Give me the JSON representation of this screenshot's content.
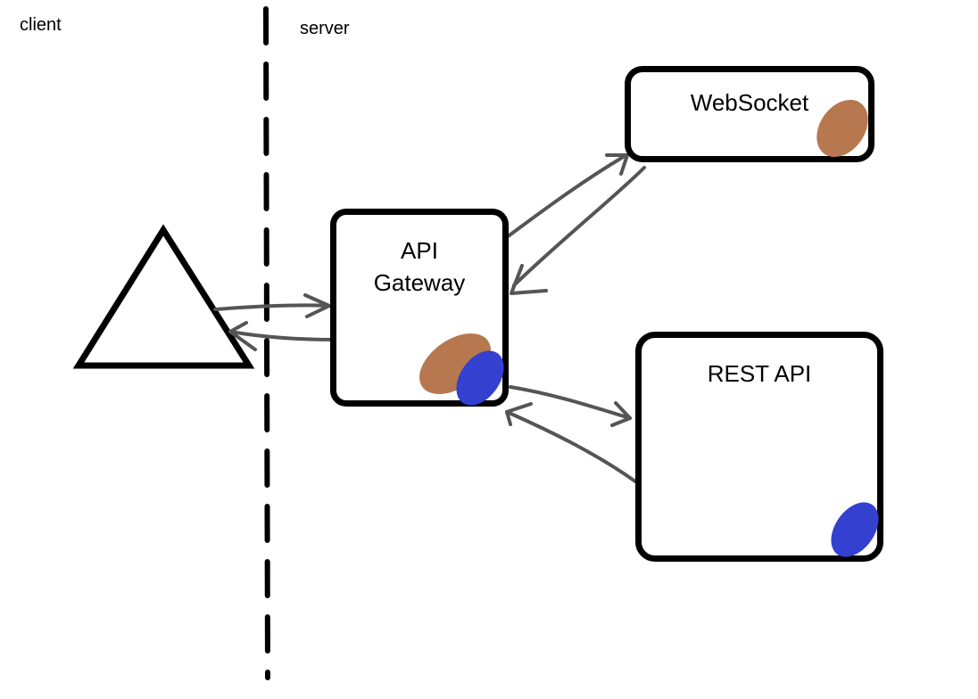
{
  "regions": {
    "client_label": "client",
    "server_label": "server"
  },
  "nodes": {
    "websocket": "WebSocket",
    "api_gateway": "API Gateway",
    "rest_api": "REST API"
  },
  "colors": {
    "line": "#000000",
    "arrow": "#555555",
    "blob_brown": "#b8784f",
    "blob_blue": "#3440d0"
  }
}
